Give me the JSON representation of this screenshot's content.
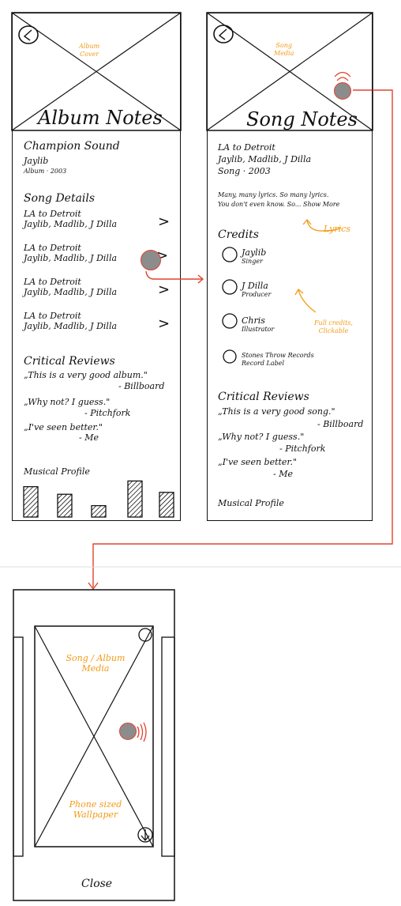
{
  "colors": {
    "ink": "#111111",
    "annotation": "#f39a16",
    "flow": "#e0432e",
    "dot": "#8c8c8c",
    "divider": "#d8dce6"
  },
  "album_screen": {
    "media_label": "Album\nCover",
    "title": "Album Notes",
    "album_name": "Champion Sound",
    "artist": "Jaylib",
    "meta": "Album · 2003",
    "song_details_heading": "Song Details",
    "songs": [
      {
        "title": "LA to Detroit",
        "artists": "Jaylib, Madlib, J Dilla"
      },
      {
        "title": "LA to Detroit",
        "artists": "Jaylib, Madlib, J Dilla"
      },
      {
        "title": "LA to Detroit",
        "artists": "Jaylib, Madlib, J Dilla"
      },
      {
        "title": "LA to Detroit",
        "artists": "Jaylib, Madlib, J Dilla"
      }
    ],
    "chevron": ">",
    "reviews_heading": "Critical Reviews",
    "reviews": [
      {
        "quote": "„This is a very good album.\"",
        "source": "- Billboard"
      },
      {
        "quote": "„Why not? I guess.\"",
        "source": "- Pitchfork"
      },
      {
        "quote": "„I've seen better.\"",
        "source": "- Me"
      }
    ],
    "profile_heading": "Musical Profile",
    "profile_bars": [
      0.8,
      0.6,
      0.3,
      0.95,
      0.65
    ]
  },
  "song_screen": {
    "media_label": "Song\nMedia",
    "title": "Song Notes",
    "song_name": "LA to Detroit",
    "artists": "Jaylib, Madlib, J Dilla",
    "meta": "Song · 2003",
    "lyrics_line1": "Many, many lyrics. So many lyrics.",
    "lyrics_line2": "You don't even know. So... Show More",
    "lyrics_note": "Lyrics",
    "credits_heading": "Credits",
    "credits": [
      {
        "name": "Jaylib",
        "role": "Singer"
      },
      {
        "name": "J Dilla",
        "role": "Producer"
      },
      {
        "name": "Chris",
        "role": "Illustrator"
      },
      {
        "name": "Stones Throw Records",
        "role": "Record Label"
      }
    ],
    "credits_note": "Full credits,\nClickable",
    "reviews_heading": "Critical Reviews",
    "reviews": [
      {
        "quote": "„This is a very good song.\"",
        "source": "- Billboard"
      },
      {
        "quote": "„Why not? I guess.\"",
        "source": "- Pitchfork"
      },
      {
        "quote": "„I've seen better.\"",
        "source": "- Me"
      }
    ],
    "profile_heading": "Musical Profile"
  },
  "media_screen": {
    "media_label": "Song / Album\nMedia",
    "wallpaper_label": "Phone sized\nWallpaper",
    "close_label": "Close"
  }
}
